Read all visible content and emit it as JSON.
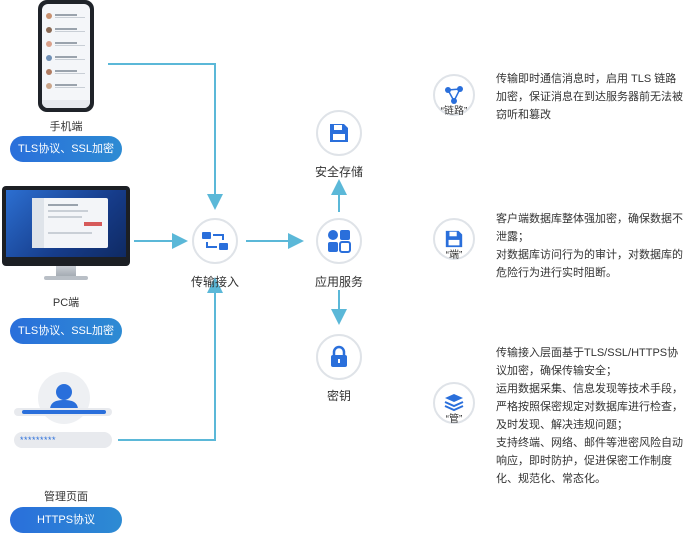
{
  "left": {
    "mobile": {
      "label": "手机端",
      "badge": "TLS协议、SSL加密"
    },
    "pc": {
      "label": "PC端",
      "badge": "TLS协议、SSL加密"
    },
    "admin": {
      "label": "管理页面",
      "badge": "HTTPS协议",
      "password_mask": "*********"
    }
  },
  "nodes": {
    "access": {
      "label": "传输接入",
      "icon": "transfer-icon"
    },
    "storage": {
      "label": "安全存储",
      "icon": "save-disk-icon"
    },
    "app": {
      "label": "应用服务",
      "icon": "apps-icon"
    },
    "key": {
      "label": "密钥",
      "icon": "lock-icon"
    }
  },
  "features": [
    {
      "icon": "link-nodes-icon",
      "label": "“链路”",
      "lines": [
        "传输即时通信消息时，启用 TLS 链路",
        "加密，保证消息在到达服务器前无法被",
        "窃听和篡改"
      ]
    },
    {
      "icon": "save-disk-icon",
      "label": "“端”",
      "lines": [
        "客户端数据库整体强加密，确保数据不",
        "泄露；",
        "对数据库访问行为的审计，对数据库的",
        "危险行为进行实时阻断。"
      ]
    },
    {
      "icon": "layers-icon",
      "label": "“管”",
      "lines": [
        "传输接入层面基于TLS/SSL/HTTPS协",
        "议加密，确保传输安全；",
        "运用数据采集、信息发现等技术手段，",
        "严格按照保密规定对数据库进行检查，",
        "及时发现、解决违规问题；",
        "支持终端、网络、邮件等泄密风险自动",
        "响应，即时防护，促进保密工作制度",
        "化、规范化、常态化。"
      ]
    }
  ],
  "colors": {
    "accent": "#2a6fdb",
    "arrow": "#5bb8d8",
    "icon": "#2a6fdb"
  }
}
